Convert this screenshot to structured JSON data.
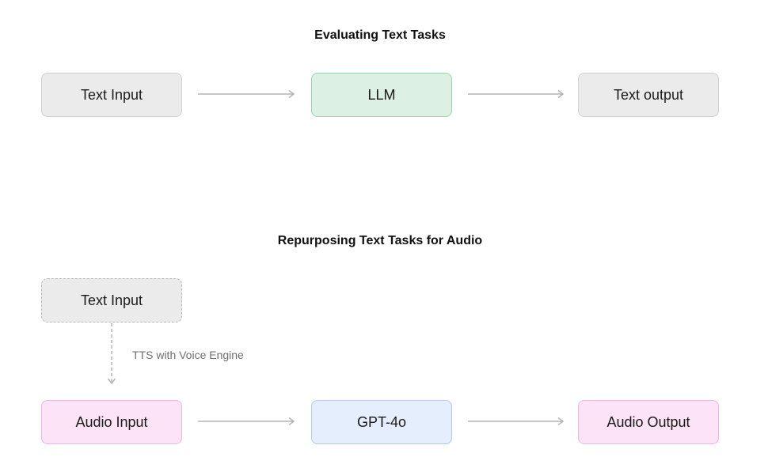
{
  "section1": {
    "title": "Evaluating Text Tasks",
    "nodes": {
      "text_input": "Text Input",
      "llm": "LLM",
      "text_output": "Text output"
    }
  },
  "section2": {
    "title": "Repurposing Text Tasks for Audio",
    "nodes": {
      "text_input": "Text Input",
      "audio_input": "Audio Input",
      "gpt4o": "GPT-4o",
      "audio_output": "Audio Output"
    },
    "edge_label": "TTS with Voice Engine"
  },
  "colors": {
    "gray_fill": "#ebebeb",
    "green_fill": "#dcf0e3",
    "pink_fill": "#fce3f5",
    "blue_fill": "#e5eefc",
    "arrow": "#b3b3b3"
  }
}
